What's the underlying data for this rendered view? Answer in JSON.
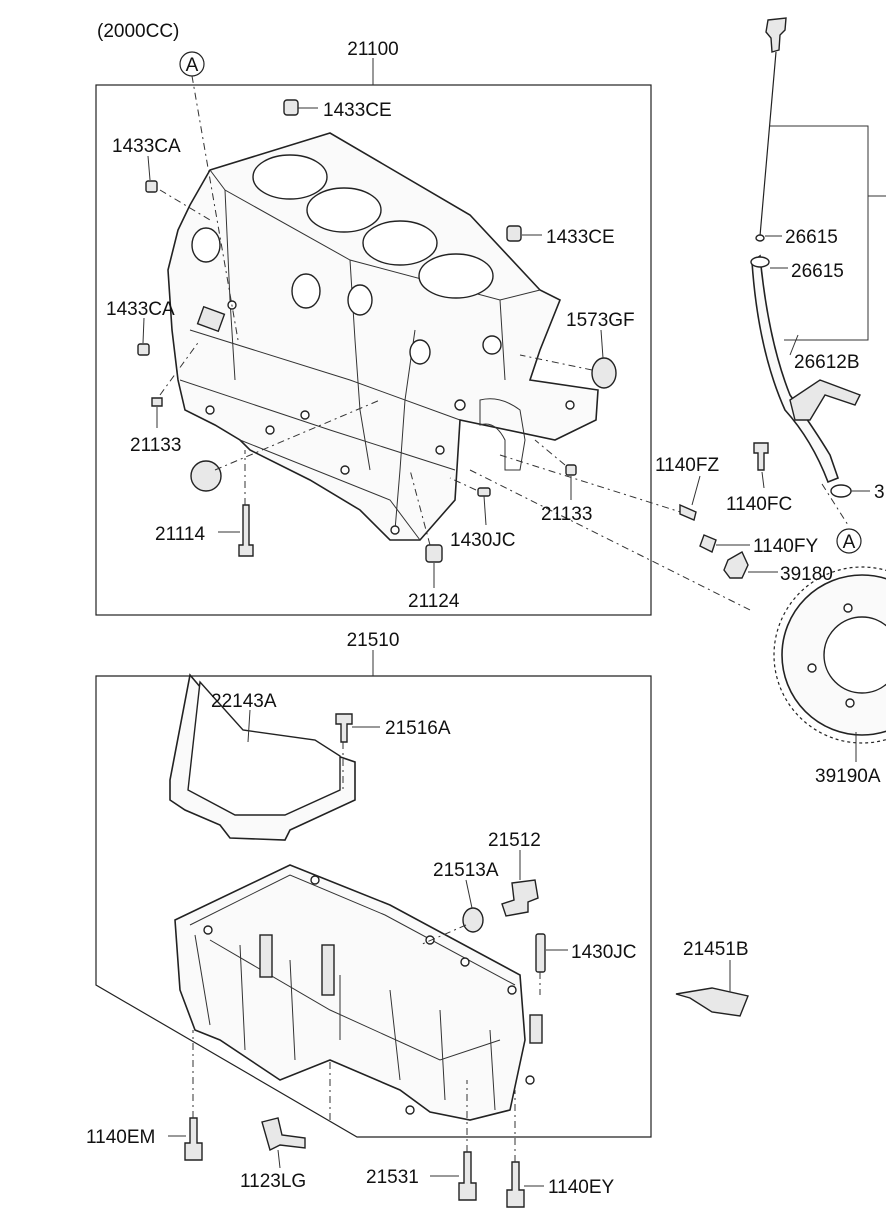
{
  "header": {
    "engine": "(2000CC)"
  },
  "callouts": {
    "ref_a": "A",
    "block_assy": "21100",
    "pan_assy": "21510",
    "plug_ce_top": "1433CE",
    "plug_ce_right": "1433CE",
    "plug_ca_top": "1433CA",
    "plug_ca_mid": "1433CA",
    "seal_1573gf": "1573GF",
    "bolt_21133_left": "21133",
    "bolt_21133_right": "21133",
    "bolt_21114": "21114",
    "pin_1430jc_block": "1430JC",
    "dowel_21124": "21124",
    "tube_ring_upper": "26615",
    "tube_ring_lower": "26615",
    "guide_tube": "26612B",
    "bolt_1140fz": "1140FZ",
    "bolt_1140fc": "1140FC",
    "bolt_1140fy": "1140FY",
    "sensor_39180": "39180",
    "target_wheel": "39190A",
    "clip_partial": "3",
    "gasket_22143a": "22143A",
    "bolt_21516a": "21516A",
    "drain_plug": "21512",
    "drain_gasket": "21513A",
    "pin_1430jc_pan": "1430JC",
    "sealant_21451b": "21451B",
    "bolt_1140em": "1140EM",
    "bolt_1123lg": "1123LG",
    "bolt_21531": "21531",
    "bolt_1140ey": "1140EY"
  }
}
